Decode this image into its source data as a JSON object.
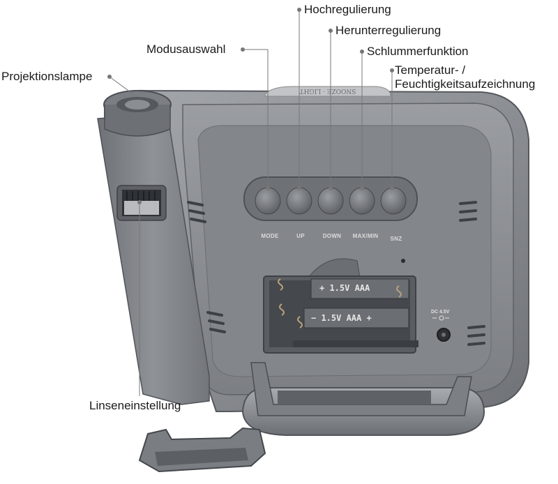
{
  "callouts": {
    "projection_lamp": "Projektionslampe",
    "mode_select": "Modusauswahl",
    "up_adjust": "Hochregulierung",
    "down_adjust": "Herunterregulierung",
    "snooze": "Schlummerfunktion",
    "temp_humidity_line1": "Temperatur- /",
    "temp_humidity_line2": "Feuchtigkeitsaufzeichnung",
    "lens_adjust": "Linseneinstellung"
  },
  "buttons": {
    "mode": "MODE",
    "up": "UP",
    "down": "DOWN",
    "maxmin": "MAX/MIN",
    "snz": "SNZ"
  },
  "battery": {
    "top": "+ 1.5V   AAA",
    "bottom": "−  1.5V   AAA  +"
  },
  "power": {
    "dc": "DC 4.5V"
  },
  "colors": {
    "body": "#8b8e93",
    "shadow": "#5a5d62",
    "highlight": "#b4b7bb"
  }
}
